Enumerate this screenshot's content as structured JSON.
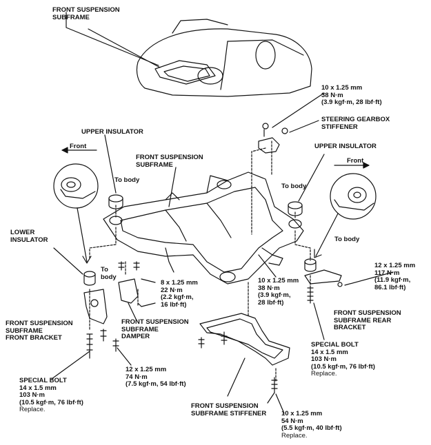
{
  "labels": {
    "front_suspension_subframe_top": [
      "FRONT SUSPENSION",
      "SUBFRAME"
    ],
    "front_suspension_subframe_mid": [
      "FRONT SUSPENSION",
      "SUBFRAME"
    ],
    "upper_insulator_left": "UPPER INSULATOR",
    "upper_insulator_right": "UPPER INSULATOR",
    "steering_gearbox_stiffener": [
      "STEERING GEARBOX",
      "STIFFENER"
    ],
    "front_left": "Front",
    "front_right": "Front",
    "to_body_left": "To body",
    "to_body_right_upper": "To body",
    "to_body_right_lower": "To body",
    "to_body_bracket": [
      "To",
      "body"
    ],
    "lower_insulator": [
      "LOWER",
      "INSULATOR"
    ],
    "front_bracket": [
      "FRONT SUSPENSION",
      "SUBFRAME",
      "FRONT BRACKET"
    ],
    "damper": [
      "FRONT SUSPENSION",
      "SUBFRAME",
      "DAMPER"
    ],
    "rear_bracket": [
      "FRONT SUSPENSION",
      "SUBFRAME REAR",
      "BRACKET"
    ],
    "stiffener": [
      "FRONT SUSPENSION",
      "SUBFRAME STIFFENER"
    ]
  },
  "specs": {
    "gearbox_bolt": [
      "10 x 1.25 mm",
      "38 N·m",
      "(3.9 kgf·m, 28 lbf·ft)"
    ],
    "damper_bolt": [
      "8 x 1.25 mm",
      "22 N·m",
      "(2.2 kgf·m,",
      "16 lbf·ft)"
    ],
    "center_bolt": [
      "10 x 1.25 mm",
      "38 N·m",
      "(3.9 kgf·m,",
      "28 lbf·ft)"
    ],
    "rear_bracket_bolt": [
      "12 x 1.25 mm",
      "117 N·m",
      "(11.9 kgf·m,",
      "86.1 lbf·ft)"
    ],
    "front_bracket_bolt": [
      "12 x 1.25 mm",
      "74 N·m",
      "(7.5 kgf·m, 54 lbf·ft)"
    ],
    "special_bolt_right": [
      "SPECIAL BOLT",
      "14 x 1.5 mm",
      "103 N·m",
      "(10.5 kgf·m, 76 lbf·ft)"
    ],
    "special_bolt_right_note": "Replace.",
    "special_bolt_left": [
      "SPECIAL BOLT",
      "14 x 1.5 mm",
      "103 N·m",
      "(10.5 kgf·m, 76 lbf·ft)"
    ],
    "special_bolt_left_note": "Replace.",
    "stiffener_bolt": [
      "10 x 1.25 mm",
      "54 N·m",
      "(5.5 kgf·m, 40 lbf·ft)"
    ],
    "stiffener_bolt_note": "Replace."
  }
}
